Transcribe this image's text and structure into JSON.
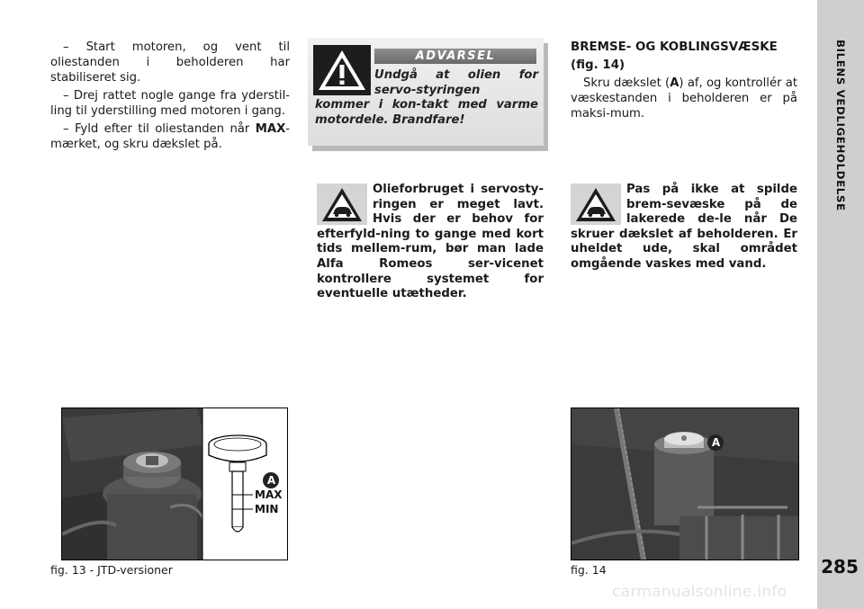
{
  "left_column": {
    "p1": "– Start motoren, og vent til oliestanden i beholderen har stabiliseret sig.",
    "p2": "– Drej rattet nogle gange fra yderstil-ling til yderstilling med motoren i gang.",
    "p3_before": "– Fyld efter til oliestanden når ",
    "p3_bold": "MAX",
    "p3_after": "-mærket, og skru dækslet på."
  },
  "warning": {
    "label": "ADVARSEL",
    "text": "Undgå at olien for servo-styringen kommer i kon-takt med varme motordele. Brandfare!"
  },
  "note1": "Olieforbruget i servosty-ringen er meget lavt. Hvis der er behov for efterfyld-ning to gange med kort tids mellem-rum, bør man lade Alfa Romeos ser-vicenet kontrollere systemet for eventuelle utætheder.",
  "right_column": {
    "heading_line1": "BREMSE- OG KOBLINGSVÆSKE",
    "heading_line2": "(fig. 14)",
    "p1_before": "Skru dækslet (",
    "p1_bold": "A",
    "p1_after": ") af, og kontrollér at væskestanden i beholderen er på maksi-mum."
  },
  "note2": "Pas på ikke at spilde brem-sevæske på de lakerede de-le når De skruer dækslet af beholderen. Er uheldet ude, skal området omgående vaskes med vand.",
  "fig13": {
    "caption": "fig. 13 - JTD-versioner",
    "label_a": "A",
    "label_max": "MAX",
    "label_min": "MIN"
  },
  "fig14": {
    "caption": "fig. 14",
    "label_a": "A"
  },
  "side": {
    "title": "BILENS VEDLIGEHOLDELSE",
    "page_number": "285"
  },
  "watermark": "carmanualsonline.info",
  "icons": {
    "warning": "warning-triangle-icon",
    "note": "car-triangle-icon"
  }
}
